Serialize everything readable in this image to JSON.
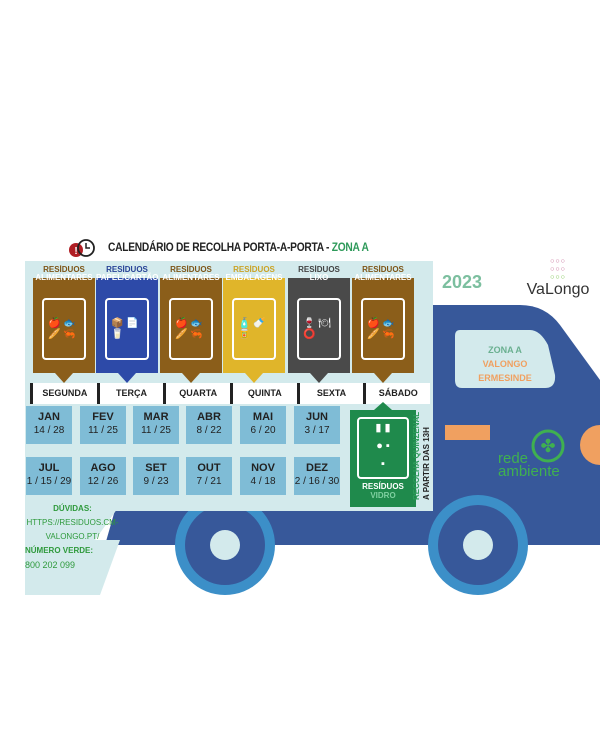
{
  "title": {
    "main": "CALENDÁRIO DE RECOLHA PORTA-A-PORTA - ",
    "zone": "ZONA A"
  },
  "year": "2023",
  "logo": "VaLongo",
  "bins": [
    {
      "l1": "RESÍDUOS",
      "l2": "ALIMENTARES",
      "color": "#8b5e1a",
      "text": "#8b5e1a",
      "day": "SEGUNDA"
    },
    {
      "l1": "RESÍDUOS",
      "l2": "PAPEL/CARTÃO",
      "color": "#2d4aa8",
      "text": "#2d4aa8",
      "day": "TERÇA"
    },
    {
      "l1": "RESÍDUOS",
      "l2": "ALIMENTARES",
      "color": "#8b5e1a",
      "text": "#8b5e1a",
      "day": "QUARTA"
    },
    {
      "l1": "RESÍDUOS",
      "l2": "EMBALAGENS",
      "color": "#e0b52a",
      "text": "#e0b52a",
      "day": "QUINTA"
    },
    {
      "l1": "RESÍDUOS",
      "l2": "LIXO",
      "color": "#4a4a4a",
      "text": "#4a4a4a",
      "day": "SEXTA"
    },
    {
      "l1": "RESÍDUOS",
      "l2": "ALIMENTARES",
      "color": "#8b5e1a",
      "text": "#8b5e1a",
      "day": "SÁBADO"
    }
  ],
  "months": [
    {
      "m": "JAN",
      "d": "14 / 28"
    },
    {
      "m": "FEV",
      "d": "11 / 25"
    },
    {
      "m": "MAR",
      "d": "11 / 25"
    },
    {
      "m": "ABR",
      "d": "8 / 22"
    },
    {
      "m": "MAI",
      "d": "6 / 20"
    },
    {
      "m": "JUN",
      "d": "3 / 17"
    },
    {
      "m": "JUL",
      "d": "1 / 15 / 29"
    },
    {
      "m": "AGO",
      "d": "12 / 26"
    },
    {
      "m": "SET",
      "d": "9 / 23"
    },
    {
      "m": "OUT",
      "d": "7 / 21"
    },
    {
      "m": "NOV",
      "d": "4 / 18"
    },
    {
      "m": "DEZ",
      "d": "2 / 16 / 30"
    }
  ],
  "glass": {
    "l1": "RESÍDUOS",
    "l2": "VIDRO",
    "v1": "RECOLHA QUINZENAL",
    "v2": "A PARTIR DAS 13H"
  },
  "info": {
    "q": "DÚVIDAS:",
    "url1": "HTTPS://RESIDUOS.CM-",
    "url2": "VALONGO.PT/",
    "phone_label": "NÚMERO VERDE:",
    "phone": "800 202 099"
  },
  "window": {
    "zone": "ZONA A",
    "c1": "VALONGO",
    "c2": "ERMESINDE"
  },
  "brand": {
    "l1": "rede",
    "l2": "ambiente"
  }
}
